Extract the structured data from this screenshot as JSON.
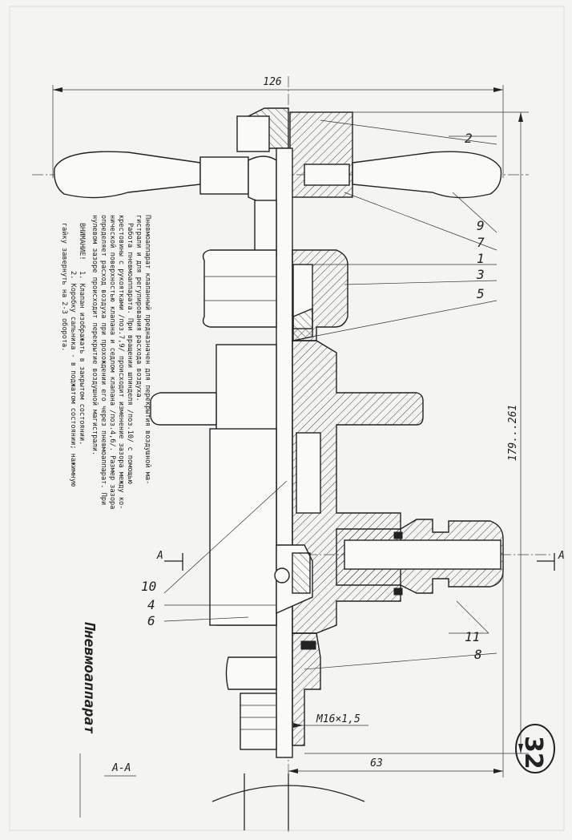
{
  "dimensions": {
    "overall_width": "126",
    "length_range": "179...261",
    "thread": "M16×1,5",
    "offset": "63"
  },
  "section": {
    "mark_left": "A",
    "mark_right": "A",
    "view_label": "A-A"
  },
  "callouts": [
    "2",
    "9",
    "7",
    "1",
    "3",
    "5",
    "10",
    "4",
    "6",
    "11",
    "8"
  ],
  "notes": {
    "description": [
      "Пневмоаппарат клапанный предназначен для перекрытия воздушной ма-",
      "гистрали и для регулирования расхода воздуха.",
      "Работа пневмоаппарата. При вращении шпинделя /поз.10/ с помощью",
      "крестовины с рукоятками /поз.7,9/ происходит изменение зазора между ко-",
      "нической поверхностью клапана и седлом клапана /поз.4,6/. Размер зазора",
      "определяет расход воздуха при прохождении его через пневмоаппарат. При",
      "нулевом зазоре происходит перекрытие воздушной магистрали."
    ],
    "warning_title": "ВНИМАНИЕ!",
    "warning": [
      "1. Клапан изображать в закрытом состоянии.",
      "2. Коробку сальника - в поджатом состоянии; нажимную",
      "гайку завернуть на 2-3 оборота."
    ]
  },
  "title": "Пневмоаппарат",
  "page_number": "32"
}
